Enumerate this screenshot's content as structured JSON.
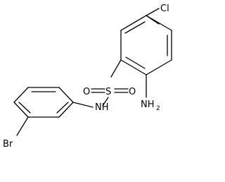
{
  "molecule": {
    "labels": {
      "chlorine": "Cl",
      "nitrogen_amine": "NH",
      "amine_subscript": "2",
      "sulfonamide_nh": "NH",
      "sulfur": "S",
      "oxygen_left": "O",
      "oxygen_right": "O",
      "bromine": "Br"
    }
  }
}
